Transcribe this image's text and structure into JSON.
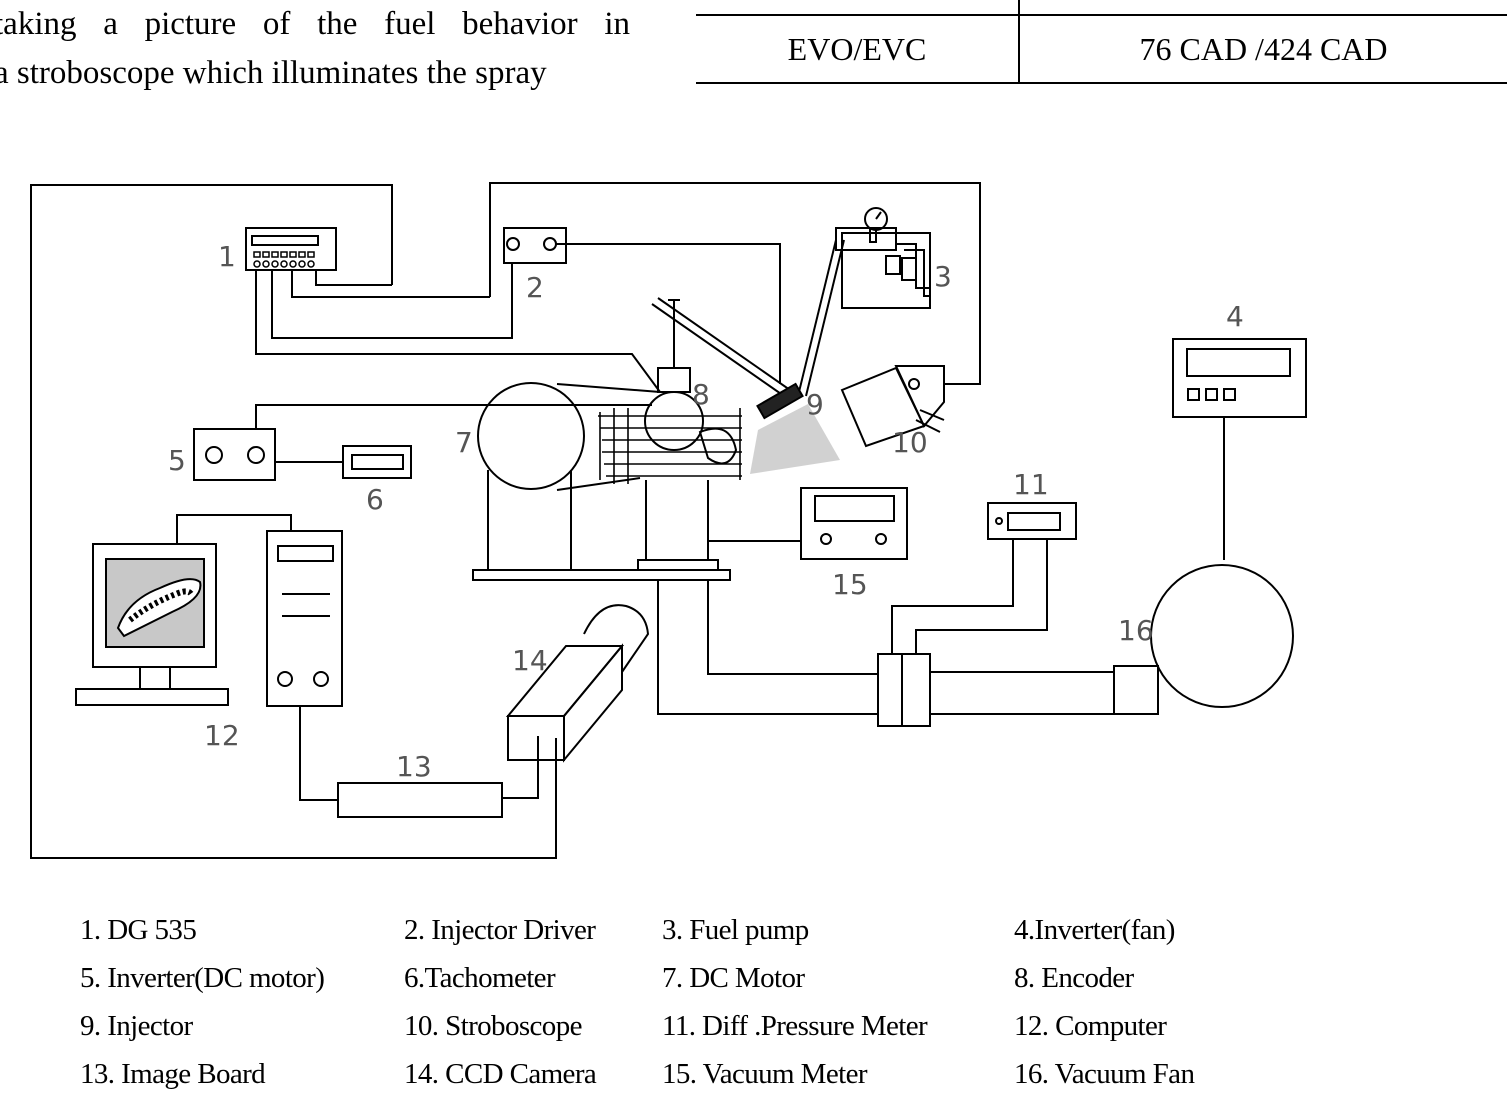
{
  "body_text": {
    "line1": "taking a picture of the fuel behavior in",
    "line2": "a stroboscope which illuminates the spray"
  },
  "table": {
    "row": {
      "label": "EVO/EVC",
      "value": "76 CAD /424 CAD"
    }
  },
  "diagram": {
    "callouts": [
      "1",
      "2",
      "3",
      "4",
      "5",
      "6",
      "7",
      "8",
      "9",
      "10",
      "11",
      "12",
      "13",
      "14",
      "15",
      "16"
    ],
    "icons": {
      "pressure_gauge": "pressure-gauge-icon",
      "computer": "computer-monitor-icon",
      "camera": "ccd-camera-icon",
      "stroboscope": "stroboscope-lamp-icon",
      "fan": "vacuum-fan-icon"
    }
  },
  "legend": {
    "rows": [
      [
        "1. DG 535",
        "2. Injector Driver",
        "3. Fuel pump",
        "4.Inverter(fan)"
      ],
      [
        "5. Inverter(DC motor)",
        "6.Tachometer",
        "7. DC Motor",
        "8. Encoder"
      ],
      [
        "9. Injector",
        "10. Stroboscope",
        "11. Diff .Pressure Meter",
        "12. Computer"
      ],
      [
        "13. Image Board",
        "14. CCD Camera",
        "15. Vacuum Meter",
        "16. Vacuum Fan"
      ]
    ]
  },
  "colors": {
    "line": "#000000",
    "callout": "#555555",
    "screen_fill": "#c8c8c8",
    "spray_shade": "#bdbdbd"
  }
}
